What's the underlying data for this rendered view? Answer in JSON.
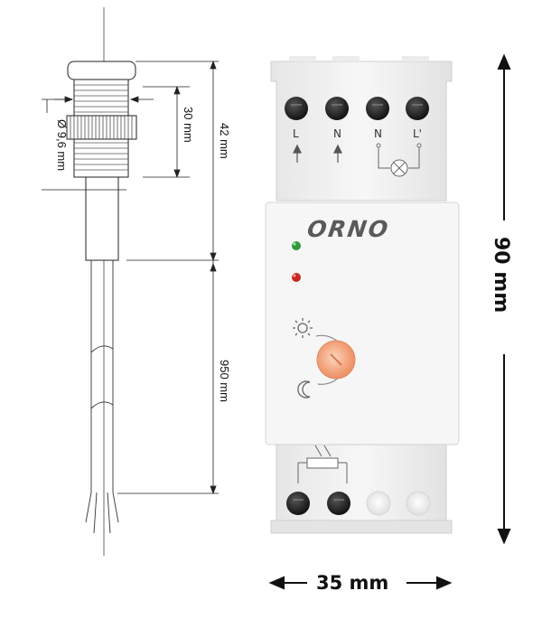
{
  "sensor_drawing": {
    "diameter_label": "Ø 9,6 mm",
    "thread_length_label": "30 mm",
    "head_length_label": "42 mm",
    "cable_length_label": "950 mm"
  },
  "device": {
    "brand": "ORNO",
    "terminals_top": [
      "L",
      "N",
      "N",
      "L'"
    ],
    "leds": {
      "power_color": "#2e9a3c",
      "relay_color": "#c8261f"
    },
    "knob_color": "#f4a57e",
    "icons": [
      "sun-icon",
      "moon-icon",
      "lamp-icon",
      "photoresistor-icon"
    ]
  },
  "dimensions": {
    "height_label": "90 mm",
    "width_label": "35 mm"
  }
}
